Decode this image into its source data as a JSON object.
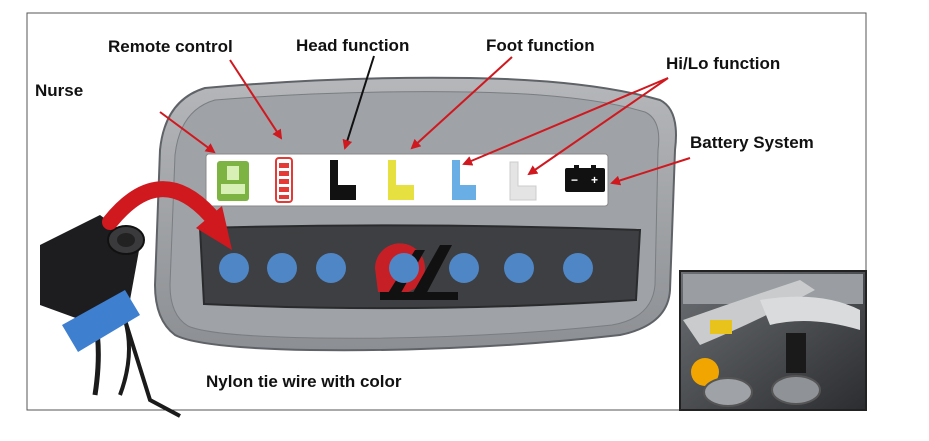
{
  "labels": {
    "nurse": "Nurse",
    "remote_control": "Remote control",
    "head_function": "Head function",
    "foot_function": "Foot function",
    "hilo_function": "Hi/Lo function",
    "battery_system": "Battery System",
    "nylon_tie": "Nylon tie wire with color"
  },
  "battery_signs": {
    "minus": "−",
    "plus": "+"
  },
  "colors": {
    "arrow": "#d0181f",
    "port_dot": "#4f86c6",
    "nurse_icon": "#7cb342",
    "remote_icon": "#e53935",
    "head_icon": "#111111",
    "foot_icon": "#e6e040",
    "hilo_icon_1": "#6aaee6",
    "hilo_icon_2": "#e4e4e4",
    "battery_icon": "#111111",
    "tie_wrap": "#3f7fd0"
  },
  "port_count": 7
}
